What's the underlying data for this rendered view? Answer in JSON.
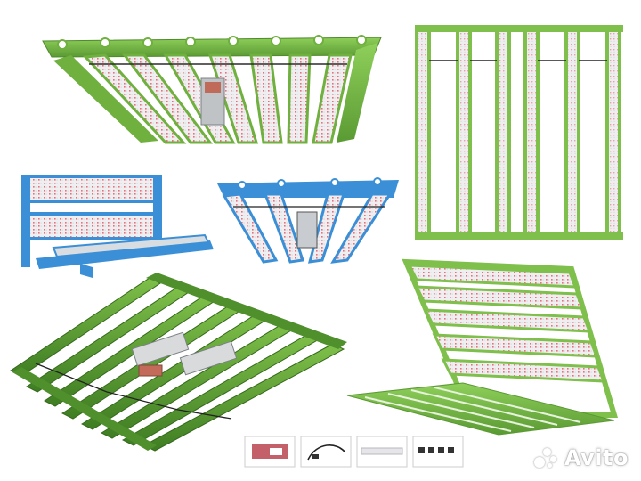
{
  "image": {
    "background": "#ffffff",
    "products": [
      {
        "name": "green-8-bar-hanging-light"
      },
      {
        "name": "green-tall-6-bar-light"
      },
      {
        "name": "blue-folding-2-bar-light"
      },
      {
        "name": "blue-4-bar-hanging-light"
      },
      {
        "name": "green-8-bar-flat-light"
      },
      {
        "name": "green-folding-stand-light"
      }
    ],
    "accessories": [
      "controller-box",
      "power-cables",
      "led-tube",
      "hanging-clips"
    ],
    "colors": {
      "frame_green": "#8fcf5a",
      "frame_green_dark": "#5a9a33",
      "frame_blue": "#3a8fd6",
      "panel_grey": "#e8e8ea",
      "led_red": "#e9707a",
      "flat_green": "#4f8f2c"
    }
  },
  "watermark": {
    "text": "Avito",
    "color": "#ffffff"
  }
}
